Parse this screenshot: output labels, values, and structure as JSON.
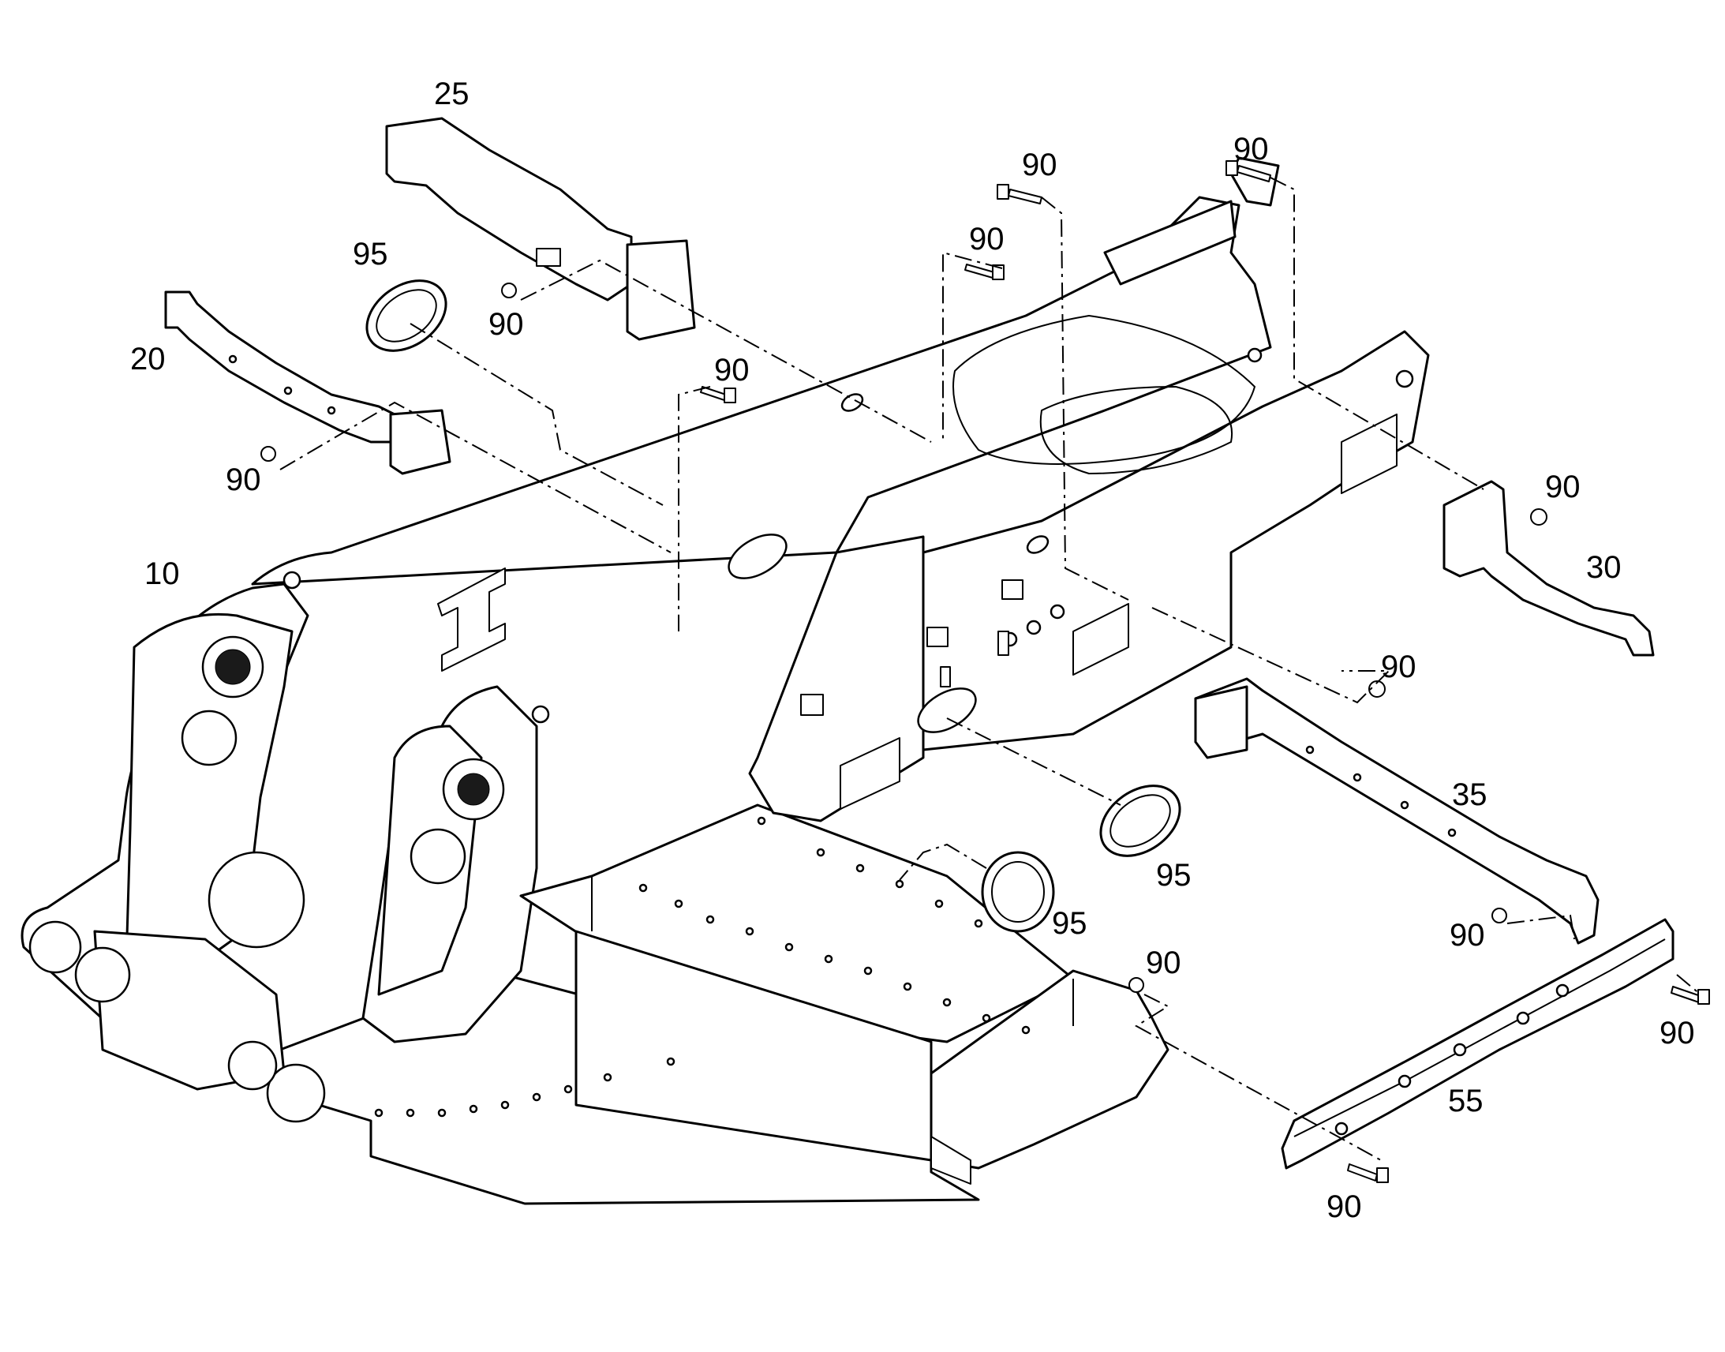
{
  "callouts": {
    "c10": "10",
    "c20": "20",
    "c25": "25",
    "c30": "30",
    "c35": "35",
    "c55": "55",
    "c95a": "95",
    "c95b": "95",
    "c95c": "95",
    "c90a": "90",
    "c90b": "90",
    "c90c": "90",
    "c90d": "90",
    "c90e": "90",
    "c90f": "90",
    "c90g": "90",
    "c90h": "90",
    "c90i": "90",
    "c90j": "90",
    "c90k": "90",
    "c90l": "90"
  },
  "colors": {
    "line": "#000000",
    "background": "#ffffff"
  }
}
